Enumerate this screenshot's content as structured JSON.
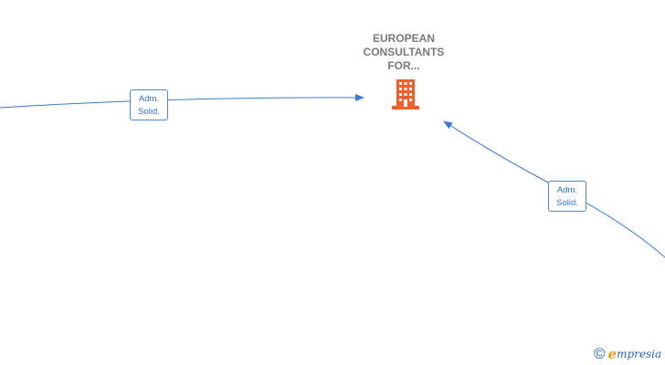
{
  "company": {
    "name_lines": [
      "EUROPEAN",
      "CONSULTANTS",
      "FOR..."
    ],
    "icon": "building-icon",
    "icon_color": "#f0602c"
  },
  "relations": [
    {
      "label_lines": [
        "Adm.",
        "Solid."
      ],
      "direction": "incoming-from-left"
    },
    {
      "label_lines": [
        "Adm.",
        "Solid."
      ],
      "direction": "incoming-from-lower-right"
    }
  ],
  "colors": {
    "edge": "#3a7bd5",
    "company_text": "#7a7a7a"
  },
  "brand": {
    "symbol": "©",
    "initial": "e",
    "rest": "mpresia"
  }
}
